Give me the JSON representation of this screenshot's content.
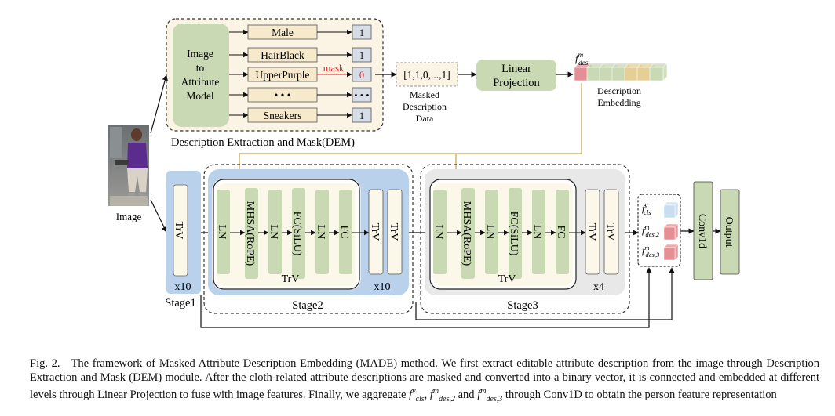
{
  "figure": {
    "image_label": "Image",
    "i2a_lines": [
      "Image",
      "to",
      "Attribute",
      "Model"
    ],
    "attributes": [
      {
        "label": "Male",
        "bit": "1",
        "masked": false
      },
      {
        "label": "HairBlack",
        "bit": "1",
        "masked": false
      },
      {
        "label": "UpperPurple",
        "bit": "0",
        "masked": true
      },
      {
        "label": "• • •",
        "bit": "• • •",
        "masked": false
      },
      {
        "label": "Sneakers",
        "bit": "1",
        "masked": false
      }
    ],
    "mask_label": "mask",
    "dem_title": "Description Extraction and Mask(DEM)",
    "vector_text": "[1,1,0,...,1]",
    "masked_desc_lines": [
      "Masked",
      "Description",
      "Data"
    ],
    "linear_proj_lines": [
      "Linear",
      "Projection"
    ],
    "fdes_label": "f",
    "fdes_sup": "m",
    "fdes_sub": "des",
    "desc_emb_lines": [
      "Description",
      "Embedding"
    ],
    "stage1": {
      "block": "TrV",
      "repeat": "x10",
      "name": "Stage1"
    },
    "stage2": {
      "blocks": [
        "LN",
        "MHSA(RoPE)",
        "LN",
        "FC(SiLU)",
        "LN",
        "FC"
      ],
      "trv_label": "TrV",
      "side_blocks": [
        "TrV",
        "TrV"
      ],
      "repeat": "x10",
      "name": "Stage2"
    },
    "stage3": {
      "blocks": [
        "LN",
        "MHSA(RoPE)",
        "LN",
        "FC(SiLU)",
        "LN",
        "FC"
      ],
      "trv_label": "TrV",
      "side_blocks": [
        "TrV",
        "TrV"
      ],
      "repeat": "x4",
      "name": "Stage3"
    },
    "features": [
      {
        "base": "f",
        "sup": "v",
        "sub": "cls",
        "color": "#c9ddf1"
      },
      {
        "base": "f",
        "sup": "m",
        "sub": "des,2",
        "color": "#e58f94"
      },
      {
        "base": "f",
        "sup": "m",
        "sub": "des,3",
        "color": "#e58f94"
      }
    ],
    "conv_label": "Conv1d",
    "output_label": "Output",
    "colors": {
      "green_block": "#c8d9b3",
      "cream_block": "#fbf7e9",
      "blue_bg": "#b9d1ea",
      "gray_bg": "#e8e8e8",
      "orange_line": "#c9a24a",
      "dem_bg": "#fbf3e3",
      "bit_box": "#d7dde7",
      "embedding_pink": "#e58f94",
      "embedding_green": "#c8d9b3",
      "embedding_tan": "#e6cf95",
      "mask_red": "#e02020"
    }
  },
  "caption": {
    "fig_label": "Fig. 2.",
    "text1": "The framework of Masked Attribute Description Embedding (MADE) method. We first extract editable attribute description from the image through Description Extraction and Mask (DEM) module. After the cloth-related attribute descriptions are masked and converted into a binary vector, it is connected and embedded at different levels through Linear Projection to fuse with image features. Finally, we aggregate",
    "math1_base": "f",
    "math1_sup": "v",
    "math1_sub": "cls",
    "sep1": ",",
    "math2_base": "f",
    "math2_sup": "m",
    "math2_sub": "des,2",
    "and_word": "and",
    "math3_base": "f",
    "math3_sup": "m",
    "math3_sub": "des,3",
    "text2": "through Conv1D to obtain the person feature representation"
  }
}
